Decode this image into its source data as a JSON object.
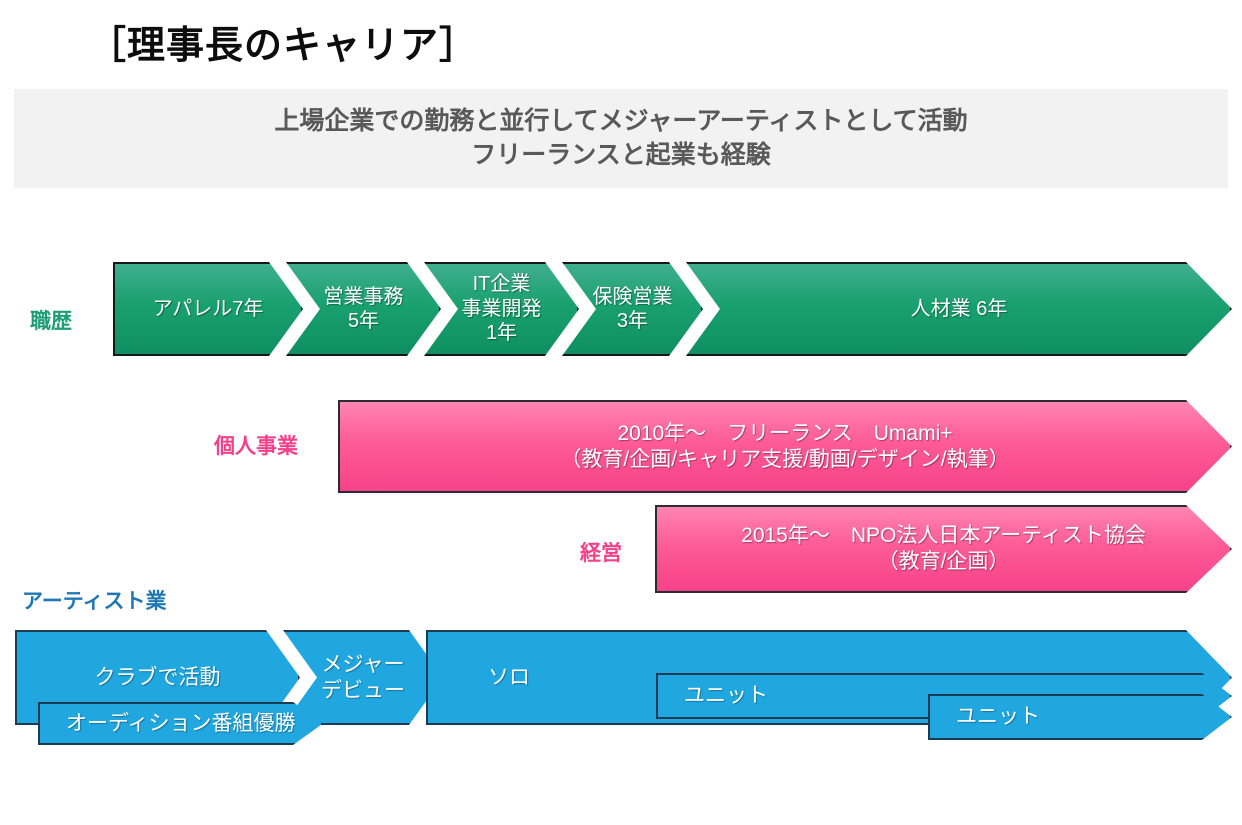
{
  "slide": {
    "title": "［理事長のキャリア］",
    "subtitle": {
      "line1": "上場企業での勤務と並行してメジャーアーティストとして活動",
      "line2": "フリーランスと起業も経験"
    },
    "colors": {
      "green": "#19a070",
      "pink": "#fd5b97",
      "blue": "#20a7e0",
      "banner_bg": "#f2f2f2",
      "subtitle_text": "#595959",
      "title_text": "#0d0d0d"
    }
  },
  "rows": {
    "career": {
      "label": "職歴",
      "segments": [
        {
          "text": "アパレル7年"
        },
        {
          "text": "営業事務\n5年"
        },
        {
          "text": "IT企業\n事業開発\n1年"
        },
        {
          "text": "保険営業\n3年"
        },
        {
          "text": "人材業 6年"
        }
      ]
    },
    "sole_proprietor": {
      "label": "個人事業",
      "bars": [
        {
          "line1": "2010年～　フリーランス　Umami+",
          "line2": "（教育/企画/キャリア支援/動画/デザイン/執筆）"
        }
      ]
    },
    "management": {
      "label": "経営",
      "bars": [
        {
          "line1": "2015年～　NPO法人日本アーティスト協会",
          "line2": "（教育/企画）"
        }
      ]
    },
    "artist": {
      "label": "アーティスト業",
      "segments": [
        {
          "text": "クラブで活動"
        },
        {
          "text": "メジャー\nデビュー"
        },
        {
          "text": "ソロ"
        }
      ],
      "sub_bars": [
        {
          "text": "オーディション番組優勝"
        },
        {
          "text": "ユニット"
        },
        {
          "text": "ユニット"
        }
      ]
    }
  }
}
